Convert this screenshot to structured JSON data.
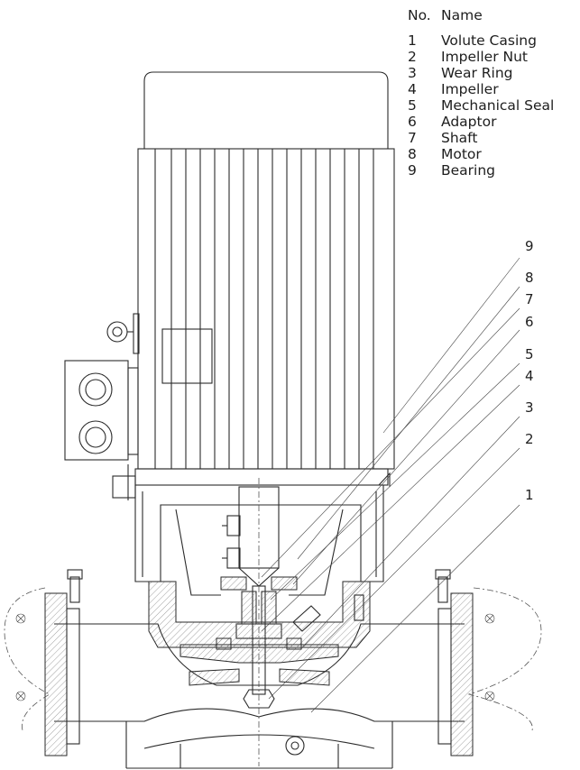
{
  "legend": {
    "header_no": "No.",
    "header_name": "Name",
    "items": [
      {
        "no": "1",
        "name": "Volute Casing"
      },
      {
        "no": "2",
        "name": "Impeller Nut"
      },
      {
        "no": "3",
        "name": "Wear Ring"
      },
      {
        "no": "4",
        "name": "Impeller"
      },
      {
        "no": "5",
        "name": "Mechanical Seal"
      },
      {
        "no": "6",
        "name": "Adaptor"
      },
      {
        "no": "7",
        "name": "Shaft"
      },
      {
        "no": "8",
        "name": "Motor"
      },
      {
        "no": "9",
        "name": "Bearing"
      }
    ]
  },
  "callouts": [
    "9",
    "8",
    "7",
    "6",
    "5",
    "4",
    "3",
    "2",
    "1"
  ]
}
